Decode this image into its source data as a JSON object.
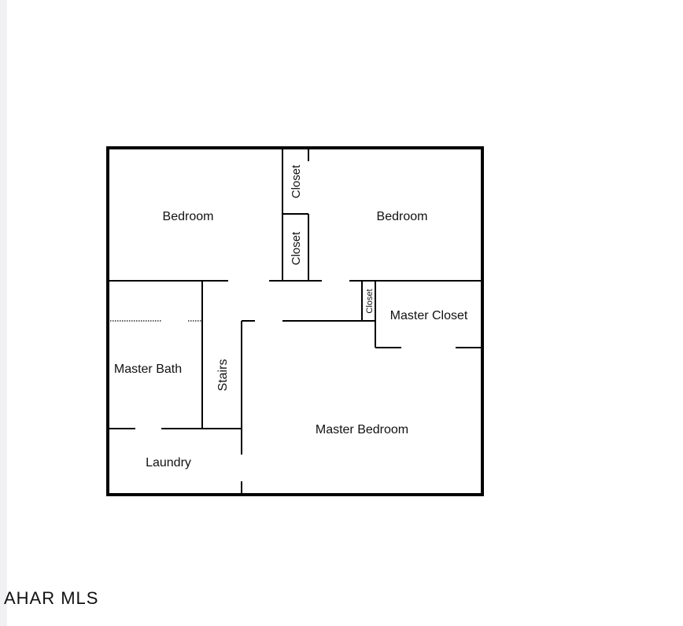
{
  "floor_plan": {
    "rooms": {
      "bedroom_left": "Bedroom",
      "bedroom_right": "Bedroom",
      "closet_top": "Closet",
      "closet_middle": "Closet",
      "closet_small": "Closet",
      "master_closet": "Master Closet",
      "master_bath": "Master Bath",
      "stairs": "Stairs",
      "master_bedroom": "Master Bedroom",
      "laundry": "Laundry"
    }
  },
  "watermark": "AHAR MLS",
  "colors": {
    "wall": "#000000",
    "background": "#ffffff"
  }
}
